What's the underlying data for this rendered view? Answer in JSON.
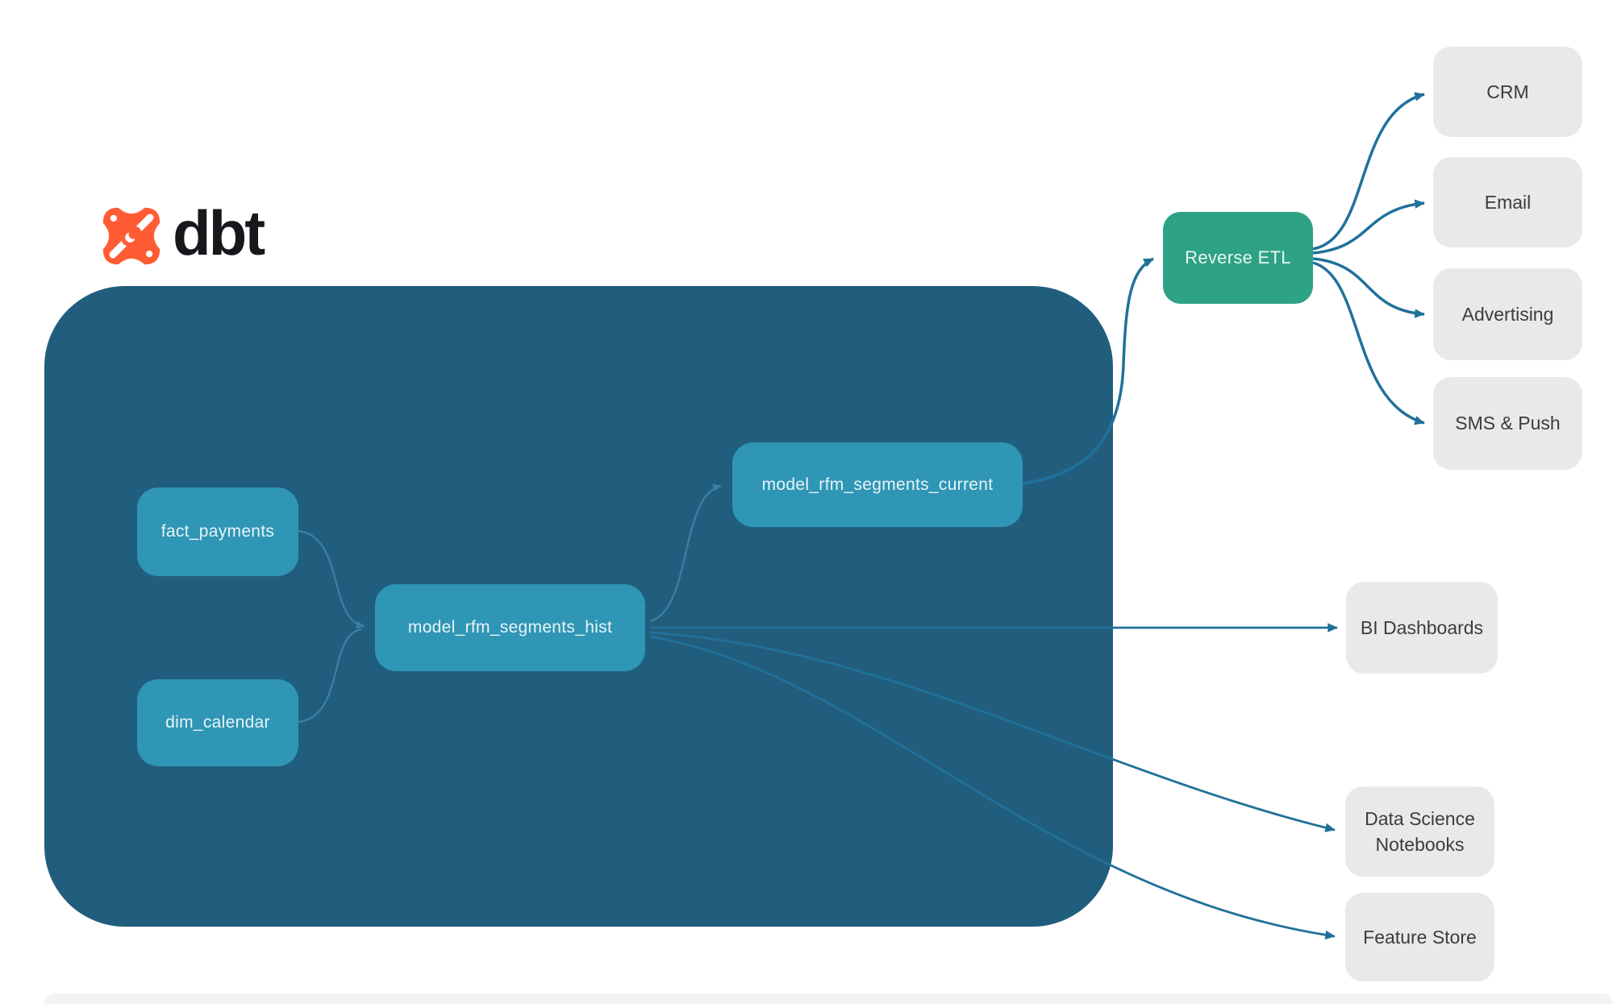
{
  "brand": {
    "name": "dbt",
    "logo_icon": "dbt-logo-icon",
    "logo_color": "#ff5c35"
  },
  "nodes": {
    "fact_payments": {
      "label": "fact_payments",
      "type": "model"
    },
    "dim_calendar": {
      "label": "dim_calendar",
      "type": "model"
    },
    "model_rfm_segments_hist": {
      "label": "model_rfm_segments_hist",
      "type": "model"
    },
    "model_rfm_segments_current": {
      "label": "model_rfm_segments_current",
      "type": "model"
    },
    "reverse_etl": {
      "label": "Reverse ETL",
      "type": "activation"
    },
    "crm": {
      "label": "CRM",
      "type": "destination"
    },
    "email": {
      "label": "Email",
      "type": "destination"
    },
    "advertising": {
      "label": "Advertising",
      "type": "destination"
    },
    "sms_push": {
      "label": "SMS & Push",
      "type": "destination"
    },
    "bi_dashboards": {
      "label": "BI Dashboards",
      "type": "destination"
    },
    "data_science_notebooks": {
      "label": "Data Science Notebooks",
      "type": "destination"
    },
    "feature_store": {
      "label": "Feature Store",
      "type": "destination"
    }
  },
  "edges": [
    {
      "from": "fact_payments",
      "to": "model_rfm_segments_hist"
    },
    {
      "from": "dim_calendar",
      "to": "model_rfm_segments_hist"
    },
    {
      "from": "model_rfm_segments_hist",
      "to": "model_rfm_segments_current"
    },
    {
      "from": "model_rfm_segments_current",
      "to": "reverse_etl"
    },
    {
      "from": "reverse_etl",
      "to": "crm"
    },
    {
      "from": "reverse_etl",
      "to": "email"
    },
    {
      "from": "reverse_etl",
      "to": "advertising"
    },
    {
      "from": "reverse_etl",
      "to": "sms_push"
    },
    {
      "from": "model_rfm_segments_hist",
      "to": "bi_dashboards"
    },
    {
      "from": "model_rfm_segments_hist",
      "to": "data_science_notebooks"
    },
    {
      "from": "model_rfm_segments_hist",
      "to": "feature_store"
    }
  ],
  "colors": {
    "brand_orange": "#ff5c35",
    "warehouse_background": "#215e7e",
    "model_node": "#2f96b5",
    "reverse_etl_node": "#2da284",
    "destination_node": "#e9e9e9",
    "edge_outer": "#20719a",
    "edge_inner": "#3b82a2"
  }
}
